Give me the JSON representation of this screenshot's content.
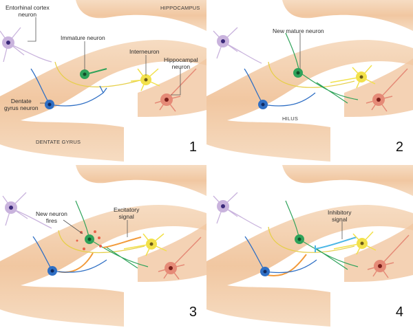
{
  "figure": {
    "panels": [
      {
        "number": "1",
        "labels": {
          "entorhinal": "Entorhinal cortex\nneuron",
          "immature": "Immature neuron",
          "interneuron": "Interneuron",
          "hippocampal": "Hippocampal\nneuron",
          "dentate": "Dentate\ngyrus neuron",
          "region_hippocampus": "HIPPOCAMPUS",
          "region_dentate": "DENTATE GYRUS"
        }
      },
      {
        "number": "2",
        "labels": {
          "new_mature": "New mature neuron",
          "region_hilus": "HILUS"
        }
      },
      {
        "number": "3",
        "labels": {
          "new_fires": "New neuron\nfires",
          "excitatory": "Excitatory\nsignal"
        }
      },
      {
        "number": "4",
        "labels": {
          "inhibitory": "Inhibitory\nsignal"
        }
      }
    ],
    "colors": {
      "band": "#f3cfae",
      "band_edge": "#e8b48a",
      "entorhinal": "#c9b3dd",
      "immature": "#2fa35a",
      "interneuron": "#f2e14a",
      "hippocampal": "#e58a77",
      "dentate": "#2f6fc4",
      "axon_yellow": "#e6cf4a",
      "excitatory": "#f29a3a",
      "inhibitory": "#4ab6e6",
      "stars": "#e8614a"
    }
  }
}
